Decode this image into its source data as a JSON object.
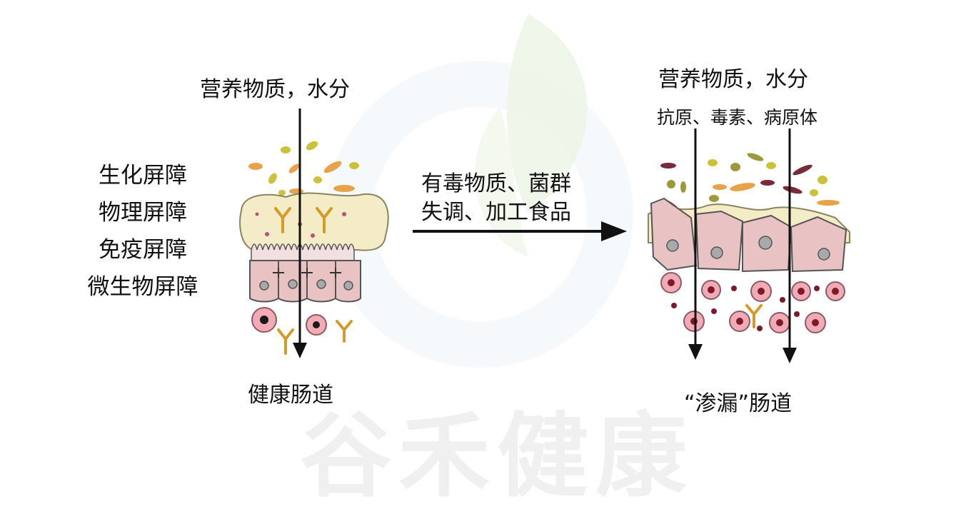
{
  "left": {
    "top_label": "营养物质，水分",
    "bottom_label": "健康肠道",
    "barriers": [
      "生化屏障",
      "物理屏障",
      "免疫屏障",
      "微生物屏障"
    ]
  },
  "middle": {
    "cause_line1": "有毒物质、菌群",
    "cause_line2": "失调、加工食品"
  },
  "right": {
    "top_label": "营养物质，水分",
    "sub_label": "抗原、毒素、病原体",
    "bottom_label": "“渗漏”肠道"
  },
  "watermark": "谷禾健康",
  "colors": {
    "cell_pink": "#e9c2c4",
    "mucus": "#f3ecc6",
    "antibody": "#d49a2a",
    "immune_cell": "#f2aab4",
    "arrow": "#111111"
  }
}
